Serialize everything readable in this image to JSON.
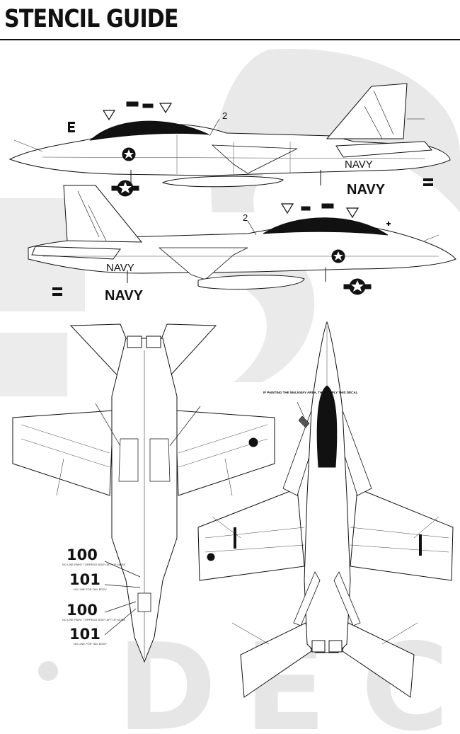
{
  "page": {
    "title": "STENCIL GUIDE"
  },
  "watermark": {
    "letters": [
      "D",
      "E",
      "C"
    ]
  },
  "side_view_top": {
    "navy_small": "NAVY",
    "navy_large": "NAVY",
    "callout_number": "2"
  },
  "side_view_bottom": {
    "navy_small": "NAVY",
    "navy_large": "NAVY",
    "callout_number": "2"
  },
  "bottom_view": {
    "modex_1": "100",
    "modex_1_caption": "NO LINE PAINT TORPEDO BODY AFT OF NOSE",
    "modex_2": "101",
    "modex_2_caption": "NO LINE FOR TAIL BODY",
    "modex_3": "100",
    "modex_3_caption": "NO LINE PAINT TORPEDO BODY AFT OF NOSE",
    "modex_4": "101",
    "modex_4_caption": "NO LINE FOR TAIL BODY"
  },
  "top_view": {
    "note": "IF PAINTING THE WALKWAY AREA, THEN APPLY THIS DECAL"
  },
  "colors": {
    "ink": "#111111",
    "watermark": "#e6e6e6",
    "paper": "#ffffff"
  }
}
